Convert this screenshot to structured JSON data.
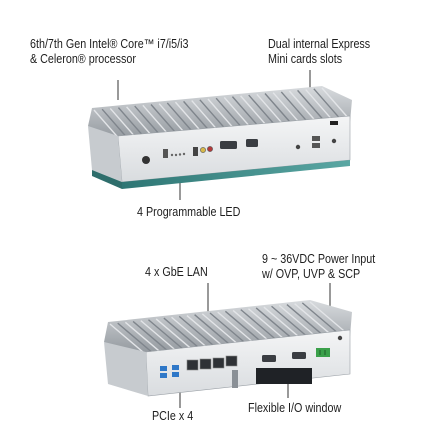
{
  "top_product": {
    "callouts": {
      "cpu": {
        "line1": "6th/7th Gen Intel® Core™ i7/i5/i3",
        "line2": "& Celeron® processor"
      },
      "mini_cards": {
        "line1": "Dual internal Express",
        "line2": "Mini cards slots"
      },
      "led": {
        "line1": "4 Programmable LED"
      }
    }
  },
  "bottom_product": {
    "callouts": {
      "lan": {
        "line1": "4 x GbE LAN"
      },
      "power": {
        "line1": "9 ~ 36VDC Power Input",
        "line2": "w/ OVP, UVP & SCP"
      },
      "pcie": {
        "line1": "PCIe x 4"
      },
      "io_window": {
        "line1": "Flexible I/O window"
      }
    }
  },
  "colors": {
    "fin": "#b9bdc2",
    "fin_dark": "#7f858c",
    "panel": "#e9ebed",
    "teal_base": "#3f8e8c",
    "port_usb": "#2f78c8",
    "terminal": "#3aa04a"
  }
}
